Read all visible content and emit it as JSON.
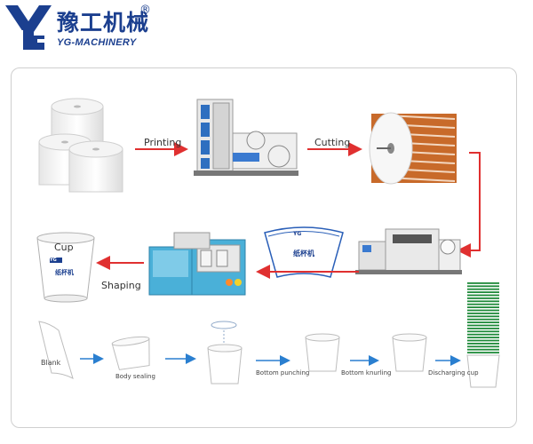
{
  "brand": {
    "name_cn": "豫工机械",
    "name_en": "YG-MACHINERY",
    "registered_mark": "®"
  },
  "process": {
    "printing_label": "Printing",
    "cutting_label": "Cutting",
    "shaping_label": "Shaping",
    "cup_label": "Cup",
    "cup_print": "纸杯机",
    "cup_brand": "YG",
    "fan_print": "纸杯机",
    "fan_brand": "YG"
  },
  "stages": {
    "blank": "Blank",
    "body_sealing": "Body sealing",
    "bottom_punching": "Bottom punching",
    "bottom_knurling": "Bottom knurling",
    "discharging_cup": "Discharging cup"
  },
  "colors": {
    "brand_blue": "#1b3f8f",
    "arrow_red": "#e03030",
    "arrow_blue": "#2a7fd0",
    "machine_cyan": "#4ab0d8",
    "stack_green": "#1f8a3a"
  }
}
